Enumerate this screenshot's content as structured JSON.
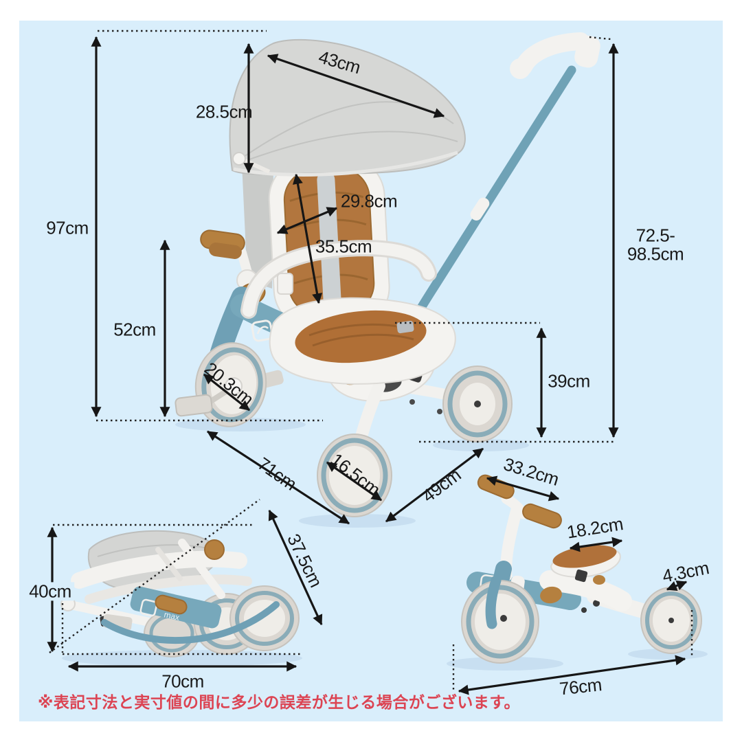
{
  "page": {
    "background": "#ffffff",
    "panel_background": "#d9eefb"
  },
  "brand_badge": "max",
  "colors": {
    "panel_blue": "#d9eefb",
    "frame_blue": "#77a8bb",
    "accent_brown": "#b5803f",
    "seat_brown": "#b06f36",
    "canopy_gray": "#d6d7d5",
    "dimension_line": "#191919",
    "disclaimer_red": "#dc4453"
  },
  "views": {
    "main_trike": {
      "label": "tricycle with canopy and push bar",
      "dims": {
        "overall_height": "97cm",
        "canopy_height": "28.5cm",
        "canopy_width": "43cm",
        "backrest_width": "29.8cm",
        "backrest_to_seat": "35.5cm",
        "handlebar_height": "52cm",
        "front_wheel_diameter": "20.3cm",
        "push_bar_height_line1": "72.5-",
        "push_bar_height_line2": "98.5cm",
        "seat_height": "39cm",
        "overall_length": "71cm",
        "rear_wheel_diameter": "16.5cm",
        "rear_width": "49cm"
      }
    },
    "folded": {
      "label": "folded tricycle",
      "dims": {
        "height": "40cm",
        "length": "70cm",
        "depth": "37.5cm"
      }
    },
    "balance_bike": {
      "label": "balance bike mode",
      "dims": {
        "handlebar_width": "33.2cm",
        "saddle_length": "18.2cm",
        "rear_wheel_width": "4.3cm",
        "overall_length": "76cm"
      }
    }
  },
  "footer": {
    "disclaimer": "※表記寸法と実寸値の間に多少の誤差が生じる場合がございます。"
  }
}
